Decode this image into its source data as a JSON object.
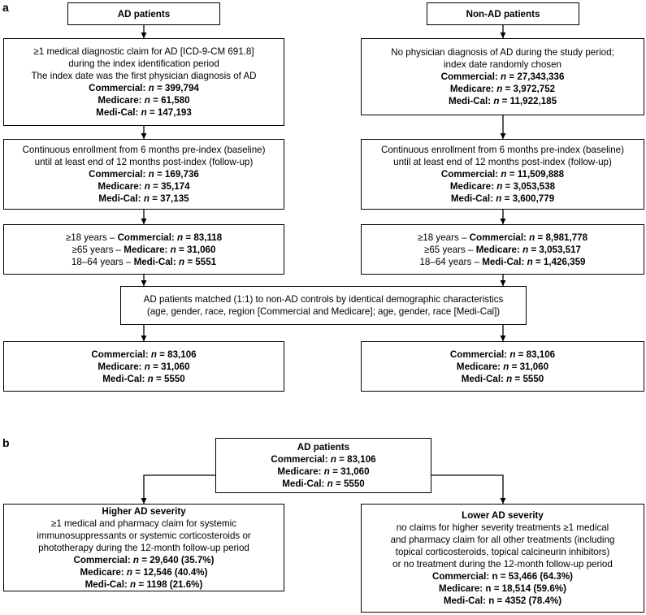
{
  "panel_a": {
    "label": "a",
    "left_header": "AD patients",
    "right_header": "Non-AD patients",
    "left_criteria": {
      "lines": [
        "≥1 medical diagnostic claim for AD [ICD-9-CM 691.8]",
        "during the index identification period",
        "The index date was the first physician diagnosis of AD"
      ],
      "counts": [
        {
          "label": "Commercial:",
          "n": "n",
          "value": "= 399,794"
        },
        {
          "label": "Medicare:",
          "n": "n",
          "value": "= 61,580"
        },
        {
          "label": "Medi-Cal:",
          "n": "n",
          "value": "= 147,193"
        }
      ]
    },
    "right_criteria": {
      "lines": [
        "No physician diagnosis of AD during the study period;",
        "index date randomly chosen"
      ],
      "counts": [
        {
          "label": "Commercial:",
          "n": "n",
          "value": "= 27,343,336"
        },
        {
          "label": "Medicare:",
          "n": "n",
          "value": "= 3,972,752"
        },
        {
          "label": "Medi-Cal:",
          "n": "n",
          "value": "= 11,922,185"
        }
      ]
    },
    "left_enrollment": {
      "lines": [
        "Continuous enrollment from 6 months pre-index (baseline)",
        "until at least end of 12 months post-index (follow-up)"
      ],
      "counts": [
        {
          "label": "Commercial:",
          "n": "n",
          "value": "= 169,736"
        },
        {
          "label": "Medicare:",
          "n": "n",
          "value": "= 35,174"
        },
        {
          "label": "Medi-Cal:",
          "n": "n",
          "value": "= 37,135"
        }
      ]
    },
    "right_enrollment": {
      "lines": [
        "Continuous enrollment from 6 months pre-index (baseline)",
        "until at least end of 12 months post-index (follow-up)"
      ],
      "counts": [
        {
          "label": "Commercial:",
          "n": "n",
          "value": "= 11,509,888"
        },
        {
          "label": "Medicare:",
          "n": "n",
          "value": "= 3,053,538"
        },
        {
          "label": "Medi-Cal:",
          "n": "n",
          "value": "= 3,600,779"
        }
      ]
    },
    "left_age": [
      {
        "prefix": "≥18 years – ",
        "label": "Commercial:",
        "n": "n",
        "value": "= 83,118"
      },
      {
        "prefix": "≥65 years – ",
        "label": "Medicare:",
        "n": "n",
        "value": "= 31,060"
      },
      {
        "prefix": "18–64 years – ",
        "label": "Medi-Cal:",
        "n": "n",
        "value": "= 5551"
      }
    ],
    "right_age": [
      {
        "prefix": "≥18 years – ",
        "label": "Commercial:",
        "n": "n",
        "value": "= 8,981,778"
      },
      {
        "prefix": "≥65 years – ",
        "label": "Medicare:",
        "n": "n",
        "value": "= 3,053,517"
      },
      {
        "prefix": "18–64 years – ",
        "label": "Medi-Cal:",
        "n": "n",
        "value": "= 1,426,359"
      }
    ],
    "matching": [
      "AD patients matched (1:1) to non-AD controls by identical demographic characteristics",
      "(age, gender, race, region [Commercial and Medicare]; age, gender, race [Medi-Cal])"
    ],
    "left_final": [
      {
        "label": "Commercial:",
        "n": "n",
        "value": "= 83,106"
      },
      {
        "label": "Medicare:",
        "n": "n",
        "value": "= 31,060"
      },
      {
        "label": "Medi-Cal:",
        "n": "n",
        "value": "= 5550"
      }
    ],
    "right_final": [
      {
        "label": "Commercial:",
        "n": "n",
        "value": "= 83,106"
      },
      {
        "label": "Medicare:",
        "n": "n",
        "value": "= 31,060"
      },
      {
        "label": "Medi-Cal:",
        "n": "n",
        "value": "= 5550"
      }
    ]
  },
  "panel_b": {
    "label": "b",
    "top": {
      "title": "AD patients",
      "counts": [
        {
          "label": "Commercial:",
          "n": "n",
          "value": "= 83,106"
        },
        {
          "label": "Medicare:",
          "n": "n",
          "value": "= 31,060"
        },
        {
          "label": "Medi-Cal:",
          "n": "n",
          "value": "= 5550"
        }
      ]
    },
    "higher": {
      "title": "Higher AD severity",
      "lines": [
        "≥1 medical and pharmacy claim for systemic",
        "immunosuppressants or systemic corticosteroids or",
        "phototherapy during the 12-month follow-up period"
      ],
      "counts": [
        {
          "label": "Commercial:",
          "n": "n",
          "value": "= 29,640 (35.7%)"
        },
        {
          "label": "Medicare:",
          "n": "n",
          "value": "= 12,546 (40.4%)"
        },
        {
          "label": "Medi-Cal:",
          "n": "n",
          "value": "= 1198 (21.6%)"
        }
      ]
    },
    "lower": {
      "title": "Lower AD severity",
      "lines": [
        "no claims for higher severity treatments ≥1 medical",
        "and pharmacy claim for all other treatments (including",
        "topical corticosteroids, topical calcineurin inhibitors)",
        "or no treatment during the 12-month follow-up period"
      ],
      "counts": [
        {
          "label": "Commercial:",
          "value": "n = 53,466 (64.3%)"
        },
        {
          "label": "Medicare:",
          "value": "n = 18,514 (59.6%)"
        },
        {
          "label": "Medi-Cal:",
          "value": "n = 4352 (78.4%)"
        }
      ]
    }
  }
}
